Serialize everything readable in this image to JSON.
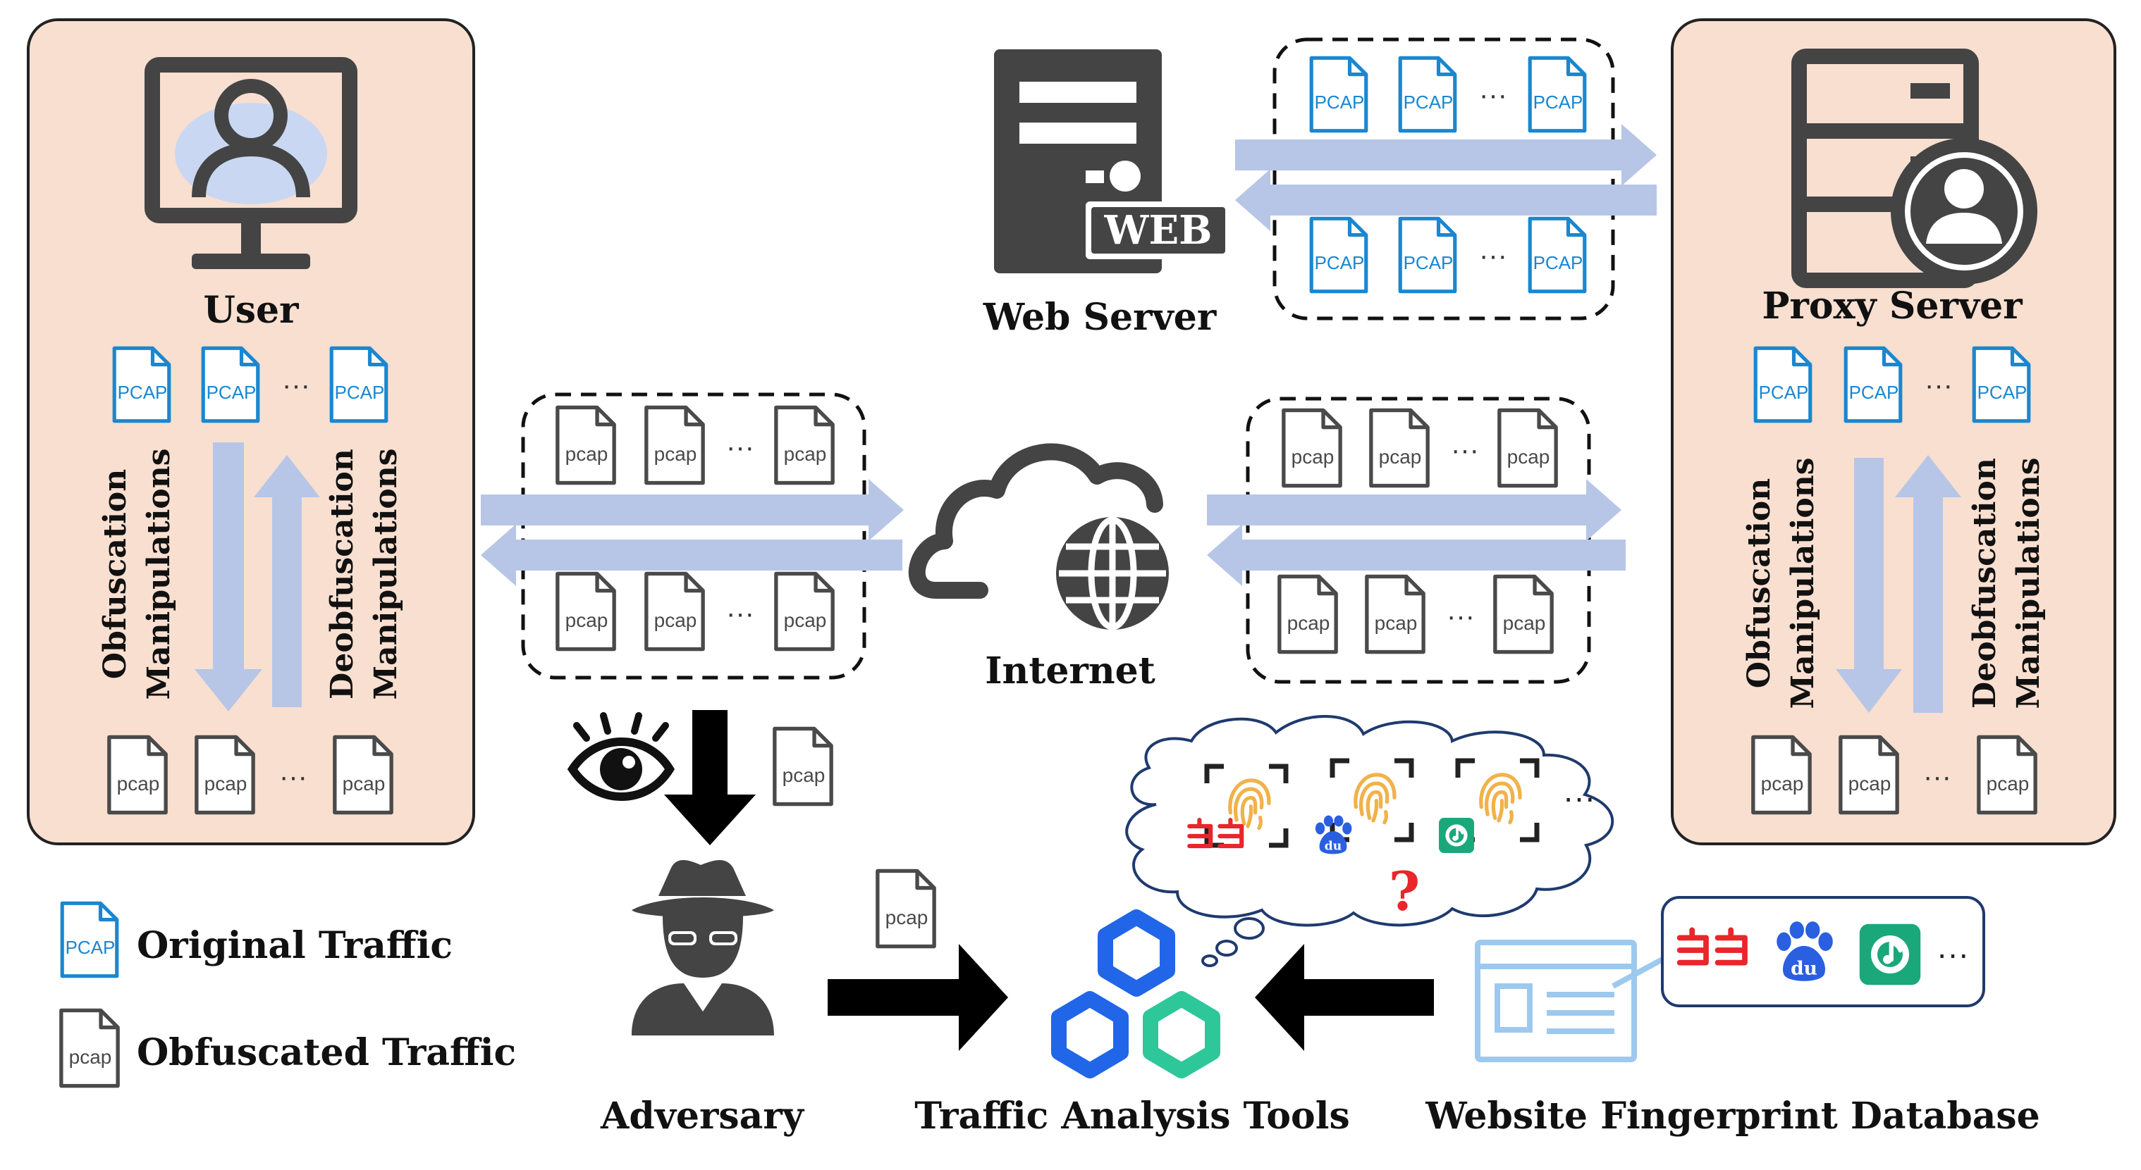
{
  "labels": {
    "user": "User",
    "web_server": "Web Server",
    "proxy_server": "Proxy Server",
    "internet": "Internet",
    "adversary": "Adversary",
    "traffic_analysis_tools": "Traffic Analysis Tools",
    "website_fingerprint_database": "Website Fingerprint Database",
    "obfuscation": "Obfuscation",
    "obfuscation_manipulations": "Manipulations",
    "deobfuscation": "Deobfuscation",
    "deobfuscation_manipulations": "Manipulations",
    "web_badge": "WEB",
    "question_mark": "?"
  },
  "files": {
    "original": "PCAP",
    "obfuscated": "pcap",
    "ellipsis": "···"
  },
  "legend": {
    "original_traffic": "Original Traffic",
    "obfuscated_traffic": "Obfuscated Traffic"
  },
  "icons": {
    "user": "monitor-user-icon",
    "web_server": "web-server-icon",
    "proxy_server": "proxy-server-icon",
    "internet": "cloud-globe-icon",
    "adversary": "spy-icon",
    "eye": "eye-icon",
    "tools": "hexagon-cluster-icon",
    "database": "webpage-icon",
    "fingerprint": "fingerprint-icon",
    "site_logos": [
      "dangdang-logo",
      "baidu-logo",
      "music-logo"
    ]
  },
  "colors": {
    "panel_fill": "#f8dfd0",
    "arrow_fill": "#b7c6e6",
    "pcap_blue": "#1a87d0",
    "pcap_gray": "#4a4a4a",
    "fingerprint": "#f0b24a",
    "hex_blue": "#2166e8",
    "hex_green": "#2ec79a",
    "logo_red": "#e8262b",
    "logo_blue": "#2a5fe0",
    "logo_green": "#1aa87a"
  }
}
